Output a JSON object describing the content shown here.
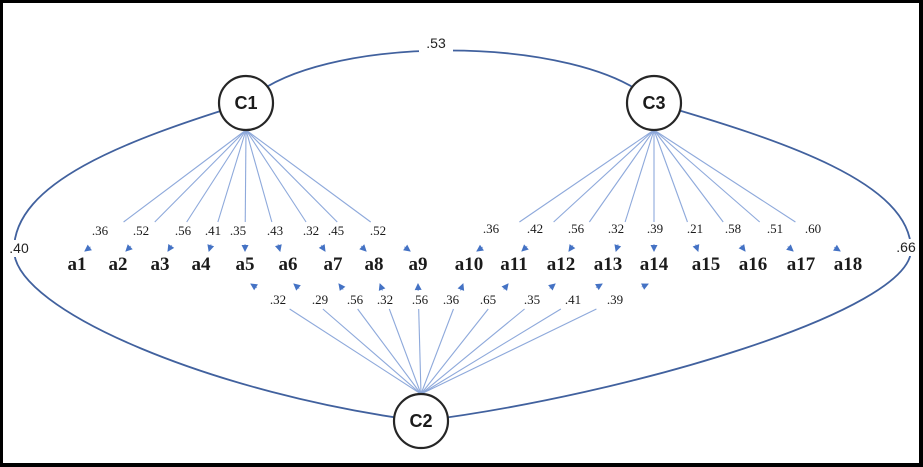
{
  "diagram": {
    "kind": "factor-loading-path-diagram",
    "factors": [
      {
        "id": "C1",
        "label": "C1"
      },
      {
        "id": "C2",
        "label": "C2"
      },
      {
        "id": "C3",
        "label": "C3"
      }
    ],
    "indicators": [
      "a1",
      "a2",
      "a3",
      "a4",
      "a5",
      "a6",
      "a7",
      "a8",
      "a9",
      "a10",
      "a11",
      "a12",
      "a13",
      "a14",
      "a15",
      "a16",
      "a17",
      "a18"
    ],
    "loadings": {
      "C1": {
        "targets": [
          "a1",
          "a2",
          "a3",
          "a4",
          "a5",
          "a6",
          "a7",
          "a8",
          "a9"
        ],
        "values": [
          ".36",
          ".52",
          ".56",
          ".41",
          ".35",
          ".43",
          ".32",
          ".45",
          ".52"
        ]
      },
      "C3": {
        "targets": [
          "a10",
          "a11",
          "a12",
          "a13",
          "a14",
          "a15",
          "a16",
          "a17",
          "a18"
        ],
        "values": [
          ".36",
          ".42",
          ".56",
          ".32",
          ".39",
          ".21",
          ".58",
          ".51",
          ".60"
        ]
      },
      "C2": {
        "targets": [
          "a5",
          "a6",
          "a7",
          "a8",
          "a9",
          "a10",
          "a11",
          "a12",
          "a13",
          "a14"
        ],
        "values": [
          ".32",
          ".29",
          ".56",
          ".32",
          ".56",
          ".36",
          ".65",
          ".35",
          ".41",
          ".39"
        ]
      }
    },
    "correlations": [
      {
        "from": "C1",
        "to": "C3",
        "value": ".53"
      },
      {
        "from": "C1",
        "to": "C2",
        "value": ".40"
      },
      {
        "from": "C2",
        "to": "C3",
        "value": ".66"
      }
    ],
    "colors": {
      "arc": "#41619e",
      "loading_line": "#8ea9db",
      "arrowhead": "#4472c4",
      "node_fill": "#ffffff",
      "node_border": "#262626",
      "text": "#1b1b1b",
      "frame": "#000000",
      "background": "#ffffff"
    }
  }
}
